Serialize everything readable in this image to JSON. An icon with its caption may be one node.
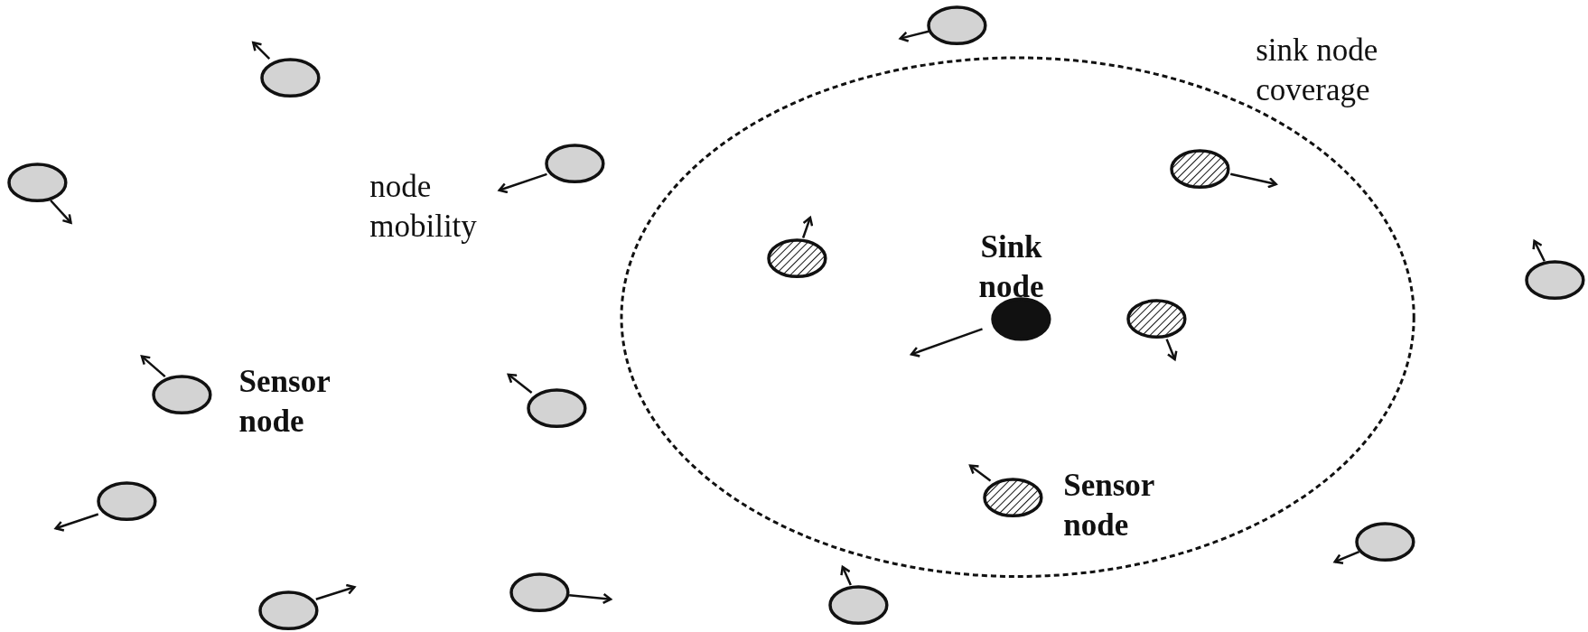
{
  "diagram": {
    "nodes": [
      {
        "text": [
          "sink node coverage"
        ]
      },
      {
        "text": [],
        "shape": "circle"
      },
      {
        "text": [],
        "shape": "circle"
      },
      {
        "text": [],
        "shape": "circle"
      },
      {
        "text": [],
        "shape": "circle",
        "in": 0
      },
      {
        "text": [],
        "shape": "circle"
      },
      {
        "text": [],
        "shape": "circle",
        "in": 0
      },
      {
        "text": [],
        "shape": "circle"
      },
      {
        "text": [],
        "shape": "circle",
        "in": 0,
        "beside": [
          "Sink node"
        ]
      },
      {
        "text": [],
        "shape": "circle",
        "in": 0
      },
      {
        "text": [],
        "shape": "circle",
        "beside": [
          "Sensor node"
        ]
      },
      {
        "text": [],
        "shape": "circle"
      },
      {
        "text": [],
        "shape": "circle",
        "in": 0,
        "beside": [
          "Sensor node"
        ]
      },
      {
        "text": [],
        "shape": "circle"
      },
      {
        "text": [],
        "shape": "circle"
      },
      {
        "text": [],
        "shape": "circle"
      },
      {
        "text": [],
        "shape": "circle"
      },
      {
        "text": [],
        "shape": "circle"
      }
    ],
    "edges": [],
    "labels": [
      "node mobility"
    ]
  }
}
